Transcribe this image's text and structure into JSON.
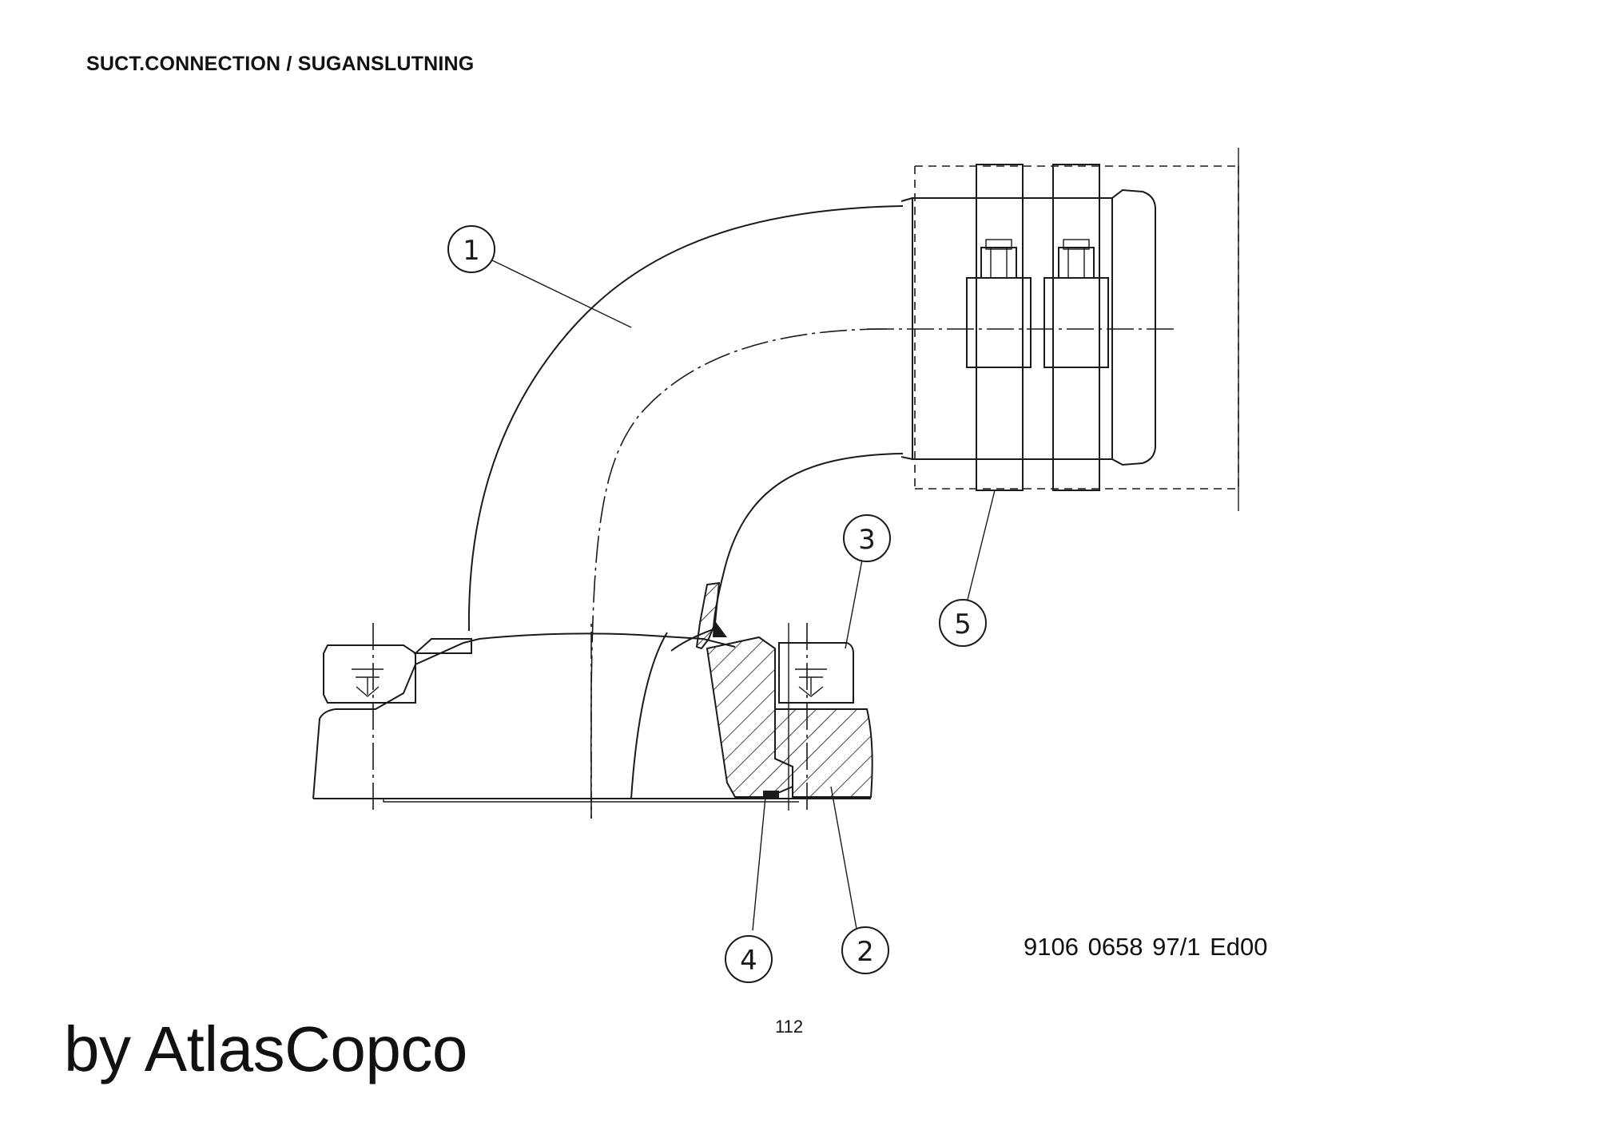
{
  "header": {
    "title": "SUCT.CONNECTION / SUGANSLUTNING"
  },
  "drawing": {
    "callouts": [
      "1",
      "2",
      "3",
      "4",
      "5"
    ]
  },
  "footer": {
    "drawing_number": "9106 0658 97/1  Ed00",
    "page_number": "112",
    "brand": "by AtlasCopco"
  }
}
